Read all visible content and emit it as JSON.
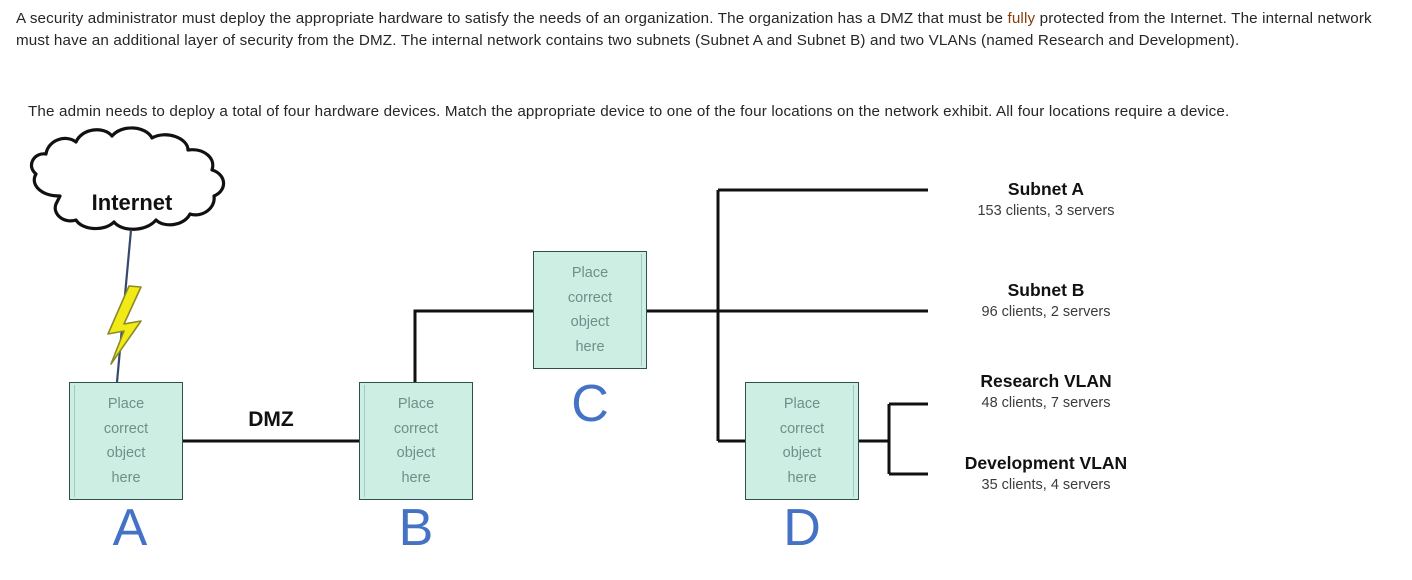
{
  "prompt": {
    "paragraph_1_part_1": "A security administrator must deploy the appropriate hardware to satisfy the needs of an organization. The organization has a DMZ that must be ",
    "paragraph_1_highlight": "fully",
    "paragraph_1_part_2": " protected from the Internet. The internal network must have an additional layer of security from the DMZ. The internal network contains two subnets (Subnet A and Subnet B) and two VLANs (named Research and Development).",
    "paragraph_2": "The admin needs to deploy a total of four hardware devices. Match the appropriate device to one of the four locations on the network exhibit. All four locations require a device.",
    "highlight_color": "#843c0c"
  },
  "exhibit": {
    "cloud": {
      "label": "Internet",
      "icon": "cloud-icon",
      "link_icon": "lightning-bolt-icon"
    },
    "dmz_label": "DMZ",
    "placeholder_lines": [
      "Place",
      "correct",
      "object",
      "here"
    ],
    "box_fill": "#cdeee2",
    "box_border": "#2f4f4f",
    "letter_color": "#4472c4",
    "drop_zones": [
      {
        "letter": "A",
        "name": "location-a"
      },
      {
        "letter": "B",
        "name": "location-b"
      },
      {
        "letter": "C",
        "name": "location-c"
      },
      {
        "letter": "D",
        "name": "location-d"
      }
    ],
    "segments": [
      {
        "title": "Subnet A",
        "detail": "153 clients, 3 servers"
      },
      {
        "title": "Subnet B",
        "detail": "96 clients, 2 servers"
      },
      {
        "title": "Research VLAN",
        "detail": "48 clients, 7 servers"
      },
      {
        "title": "Development VLAN",
        "detail": "35 clients, 4 servers"
      }
    ]
  }
}
